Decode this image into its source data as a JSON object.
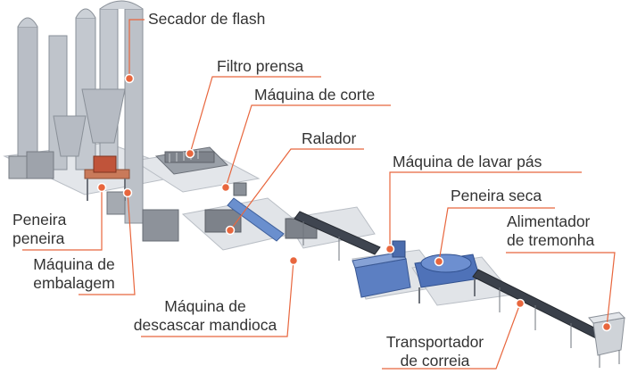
{
  "labels": {
    "flash_dryer": "Secador de flash",
    "filter_press": "Filtro prensa",
    "cutting_machine": "Máquina de corte",
    "grater": "Ralador",
    "blade_washer": "Máquina de lavar pás",
    "dry_sieve": "Peneira seca",
    "hopper_feeder_line1": "Alimentador",
    "hopper_feeder_line2": "de tremonha",
    "sieve_line1": "Peneira",
    "sieve_line2": "peneira",
    "packing_line1": "Máquina de",
    "packing_line2": "embalagem",
    "peeler_line1": "Máquina de",
    "peeler_line2": "descascar mandioca",
    "conveyor_line1": "Transportador",
    "conveyor_line2": "de correia"
  },
  "colors": {
    "leader_line": "#e8663d",
    "marker": "#e8663d",
    "text": "#333333",
    "machine_gray": "#c8ccd2",
    "machine_dark": "#6f747c",
    "machine_blue": "#4a6fb5",
    "platform": "#dde0e4"
  }
}
